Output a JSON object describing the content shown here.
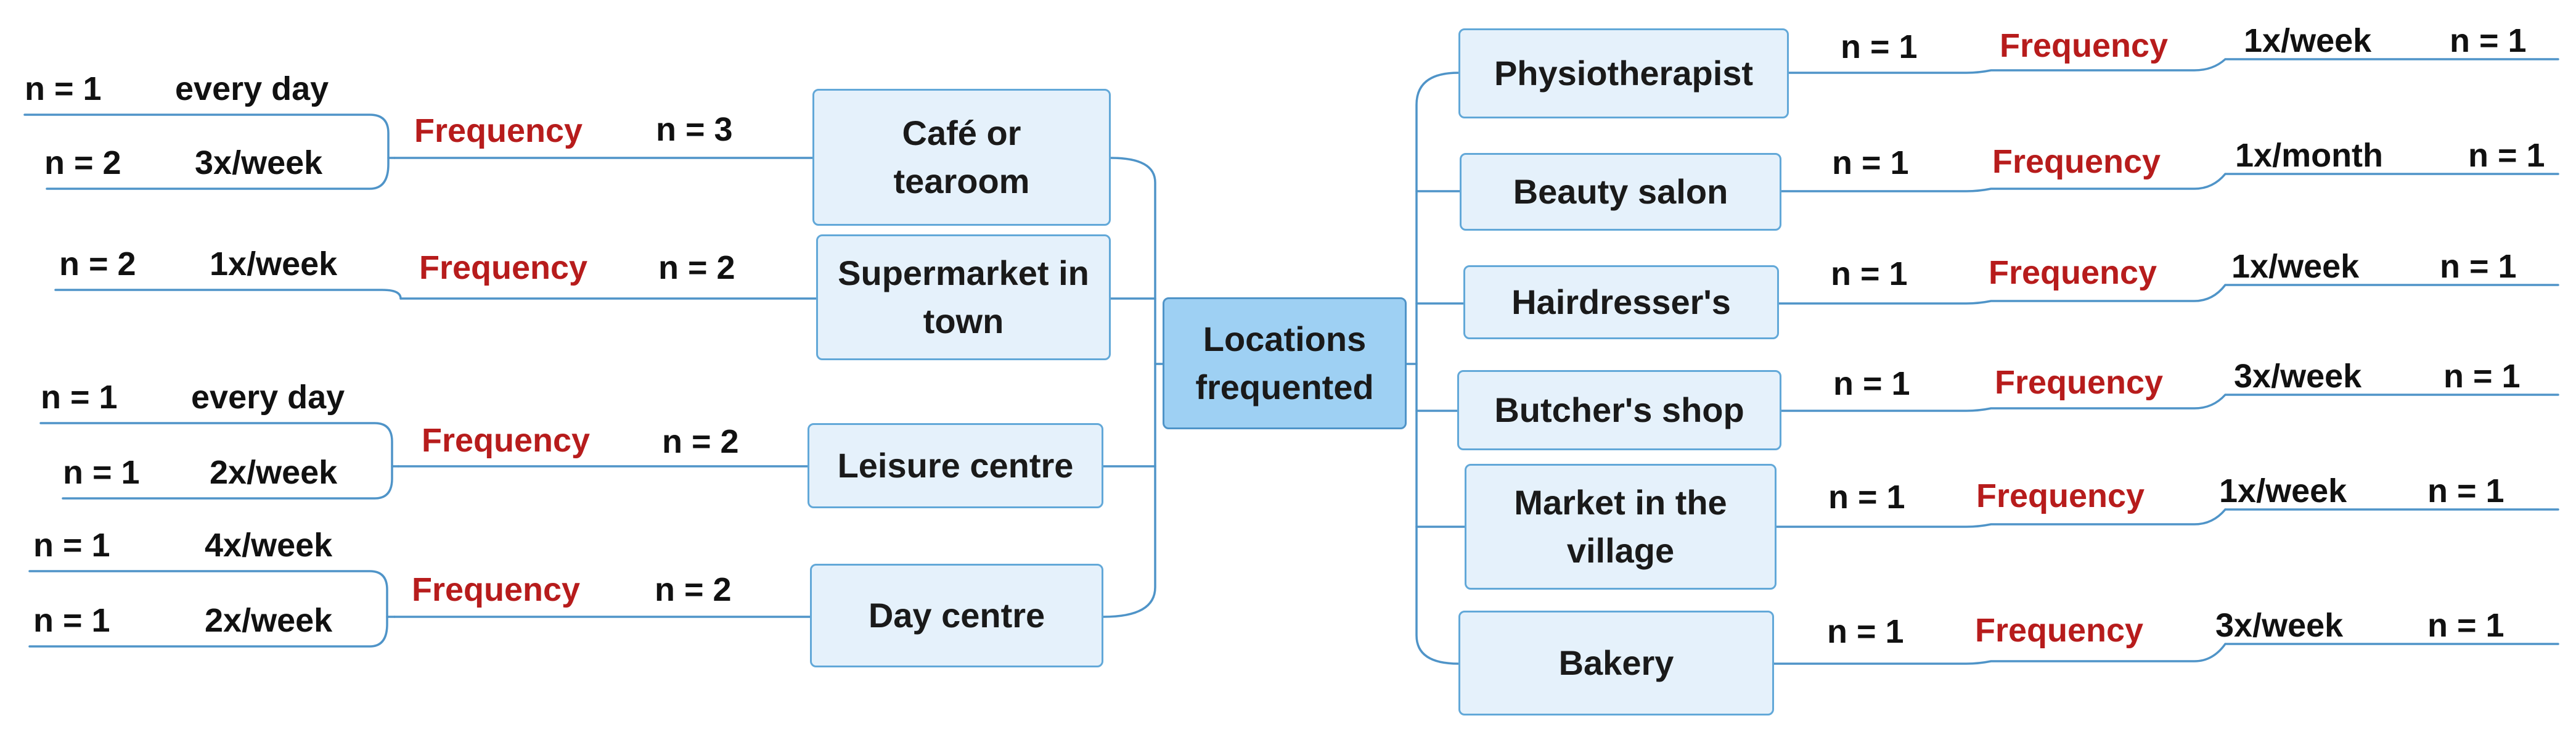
{
  "center": {
    "label": "Locations\nfrequented"
  },
  "left": [
    {
      "label": "Café or\ntearoom",
      "count": "n = 3",
      "frequency_label": "Frequency",
      "rows": [
        {
          "n": "n = 1",
          "value": "every day"
        },
        {
          "n": "n = 2",
          "value": "3x/week"
        }
      ]
    },
    {
      "label": "Supermarket in\ntown",
      "count": "n = 2",
      "frequency_label": "Frequency",
      "rows": [
        {
          "n": "n = 2",
          "value": "1x/week"
        }
      ]
    },
    {
      "label": "Leisure centre",
      "count": "n = 2",
      "frequency_label": "Frequency",
      "rows": [
        {
          "n": "n = 1",
          "value": "every day"
        },
        {
          "n": "n = 1",
          "value": "2x/week"
        }
      ]
    },
    {
      "label": "Day centre",
      "count": "n = 2",
      "frequency_label": "Frequency",
      "rows": [
        {
          "n": "n = 1",
          "value": "4x/week"
        },
        {
          "n": "n = 1",
          "value": "2x/week"
        }
      ]
    }
  ],
  "right": [
    {
      "label": "Physiotherapist",
      "count": "n = 1",
      "frequency_label": "Frequency",
      "value": "1x/week",
      "value_n": "n = 1"
    },
    {
      "label": "Beauty salon",
      "count": "n = 1",
      "frequency_label": "Frequency",
      "value": "1x/month",
      "value_n": "n = 1"
    },
    {
      "label": "Hairdresser's",
      "count": "n = 1",
      "frequency_label": "Frequency",
      "value": "1x/week",
      "value_n": "n = 1"
    },
    {
      "label": "Butcher's shop",
      "count": "n = 1",
      "frequency_label": "Frequency",
      "value": "3x/week",
      "value_n": "n = 1"
    },
    {
      "label": "Market in the\nvillage",
      "count": "n = 1",
      "frequency_label": "Frequency",
      "value": "1x/week",
      "value_n": "n = 1"
    },
    {
      "label": "Bakery",
      "count": "n = 1",
      "frequency_label": "Frequency",
      "value": "3x/week",
      "value_n": "n = 1"
    }
  ],
  "colors": {
    "line": "#4f94c8",
    "node_fill": "#e5f1fb",
    "center_fill": "#9ed0f3",
    "frequency_text": "#b71c1c"
  }
}
